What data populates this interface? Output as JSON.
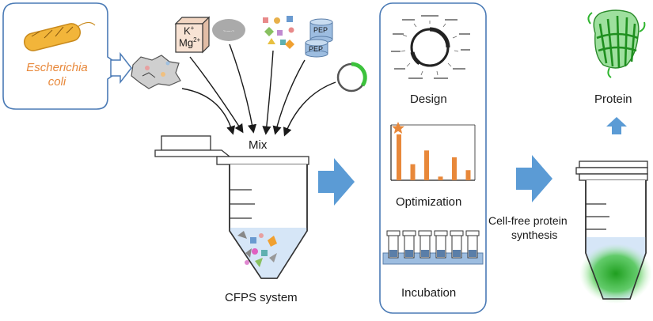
{
  "source": {
    "organism_line1": "Escherichia",
    "organism_line2": "coli"
  },
  "reagents": {
    "ion_top": "K",
    "ion_top_sup": "+",
    "ion_bottom": "Mg",
    "ion_bottom_sup": "2+",
    "pep_label": "PEP"
  },
  "steps": {
    "mix": "Mix",
    "cfps_system": "CFPS system",
    "design": "Design",
    "optimization": "Optimization",
    "incubation": "Incubation",
    "cell_free_line1": "Cell-free protein",
    "cell_free_line2": "synthesis",
    "protein": "Protein"
  },
  "colors": {
    "accent_blue": "#5b9bd5",
    "panel_border": "#4a7ab5",
    "bar_orange": "#e8883a",
    "protein_green": "#2fb52f",
    "liquid_blue": "#d6e6f7"
  },
  "optimization_bars": [
    1.0,
    0.35,
    0.65,
    0.08,
    0.5,
    0.22
  ]
}
